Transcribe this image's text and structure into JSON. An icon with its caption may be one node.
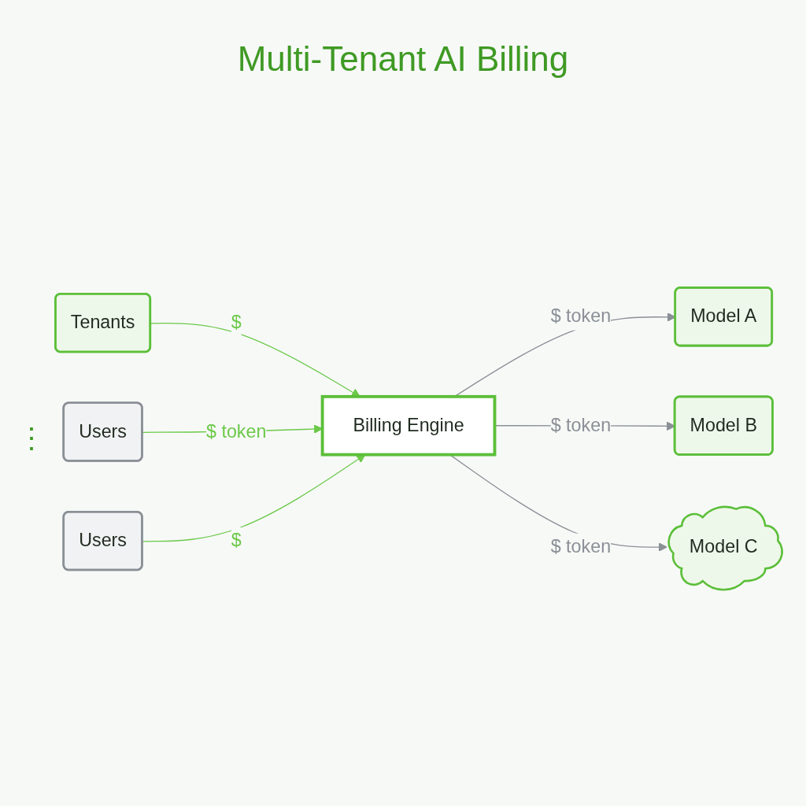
{
  "diagram": {
    "title": "Multi-Tenant AI Billing",
    "nodes": [
      {
        "text": [
          "Tenants"
        ]
      },
      {
        "text": [
          "Users"
        ]
      },
      {
        "text": [
          "Users"
        ]
      },
      {
        "text": [
          "Billing Engine"
        ]
      },
      {
        "text": [
          "Model A"
        ]
      },
      {
        "text": [
          "Model B"
        ]
      },
      {
        "text": [
          "Model C"
        ]
      }
    ],
    "edges": [
      {
        "from": 0,
        "to": 3,
        "arrow": "to",
        "label": "$",
        "color": "#6cc94a"
      },
      {
        "from": 1,
        "to": 3,
        "arrow": "to",
        "label": "$ token",
        "color": "#6cc94a"
      },
      {
        "from": 2,
        "to": 3,
        "arrow": "to",
        "label": "$",
        "color": "#6cc94a"
      },
      {
        "from": 3,
        "to": 4,
        "arrow": "to",
        "label": "$ token",
        "color": "#8a9096"
      },
      {
        "from": 3,
        "to": 5,
        "arrow": "to",
        "label": "$ token",
        "color": "#8a9096"
      },
      {
        "from": 3,
        "to": 6,
        "arrow": "to",
        "label": "$ token",
        "color": "#8a9096"
      }
    ],
    "labels": [
      "⋮"
    ]
  }
}
